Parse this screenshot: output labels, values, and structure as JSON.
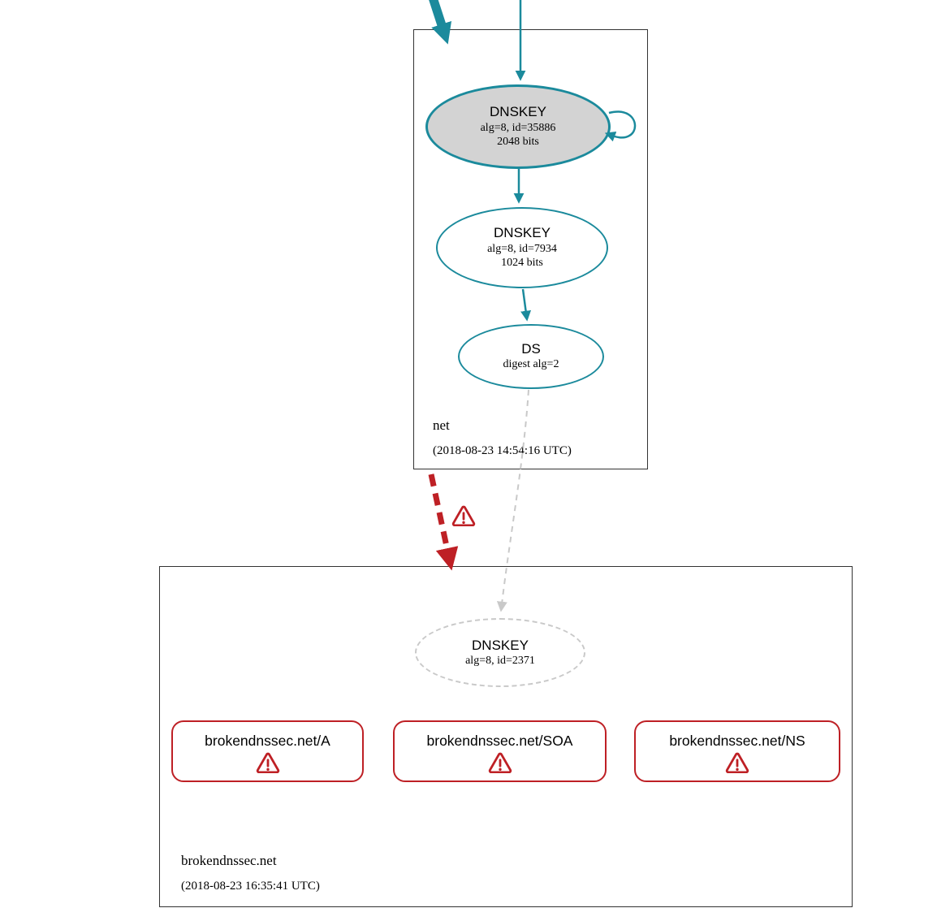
{
  "zones": {
    "net": {
      "name": "net",
      "timestamp": "(2018-08-23 14:54:16 UTC)",
      "ksk": {
        "type": "DNSKEY",
        "detail": "alg=8, id=35886",
        "size": "2048 bits"
      },
      "zsk": {
        "type": "DNSKEY",
        "detail": "alg=8, id=7934",
        "size": "1024 bits"
      },
      "ds": {
        "type": "DS",
        "detail": "digest alg=2"
      }
    },
    "broken": {
      "name": "brokendnssec.net",
      "timestamp": "(2018-08-23 16:35:41 UTC)",
      "dnskey": {
        "type": "DNSKEY",
        "detail": "alg=8, id=2371"
      },
      "rrsets": [
        {
          "label": "brokendnssec.net/A"
        },
        {
          "label": "brokendnssec.net/SOA"
        },
        {
          "label": "brokendnssec.net/NS"
        }
      ]
    }
  },
  "colors": {
    "teal": "#1b8a9c",
    "red": "#be2025",
    "ksk_fill": "#d3d3d3",
    "gray_edge": "#c9c9c9",
    "zone_border": "#333333"
  }
}
